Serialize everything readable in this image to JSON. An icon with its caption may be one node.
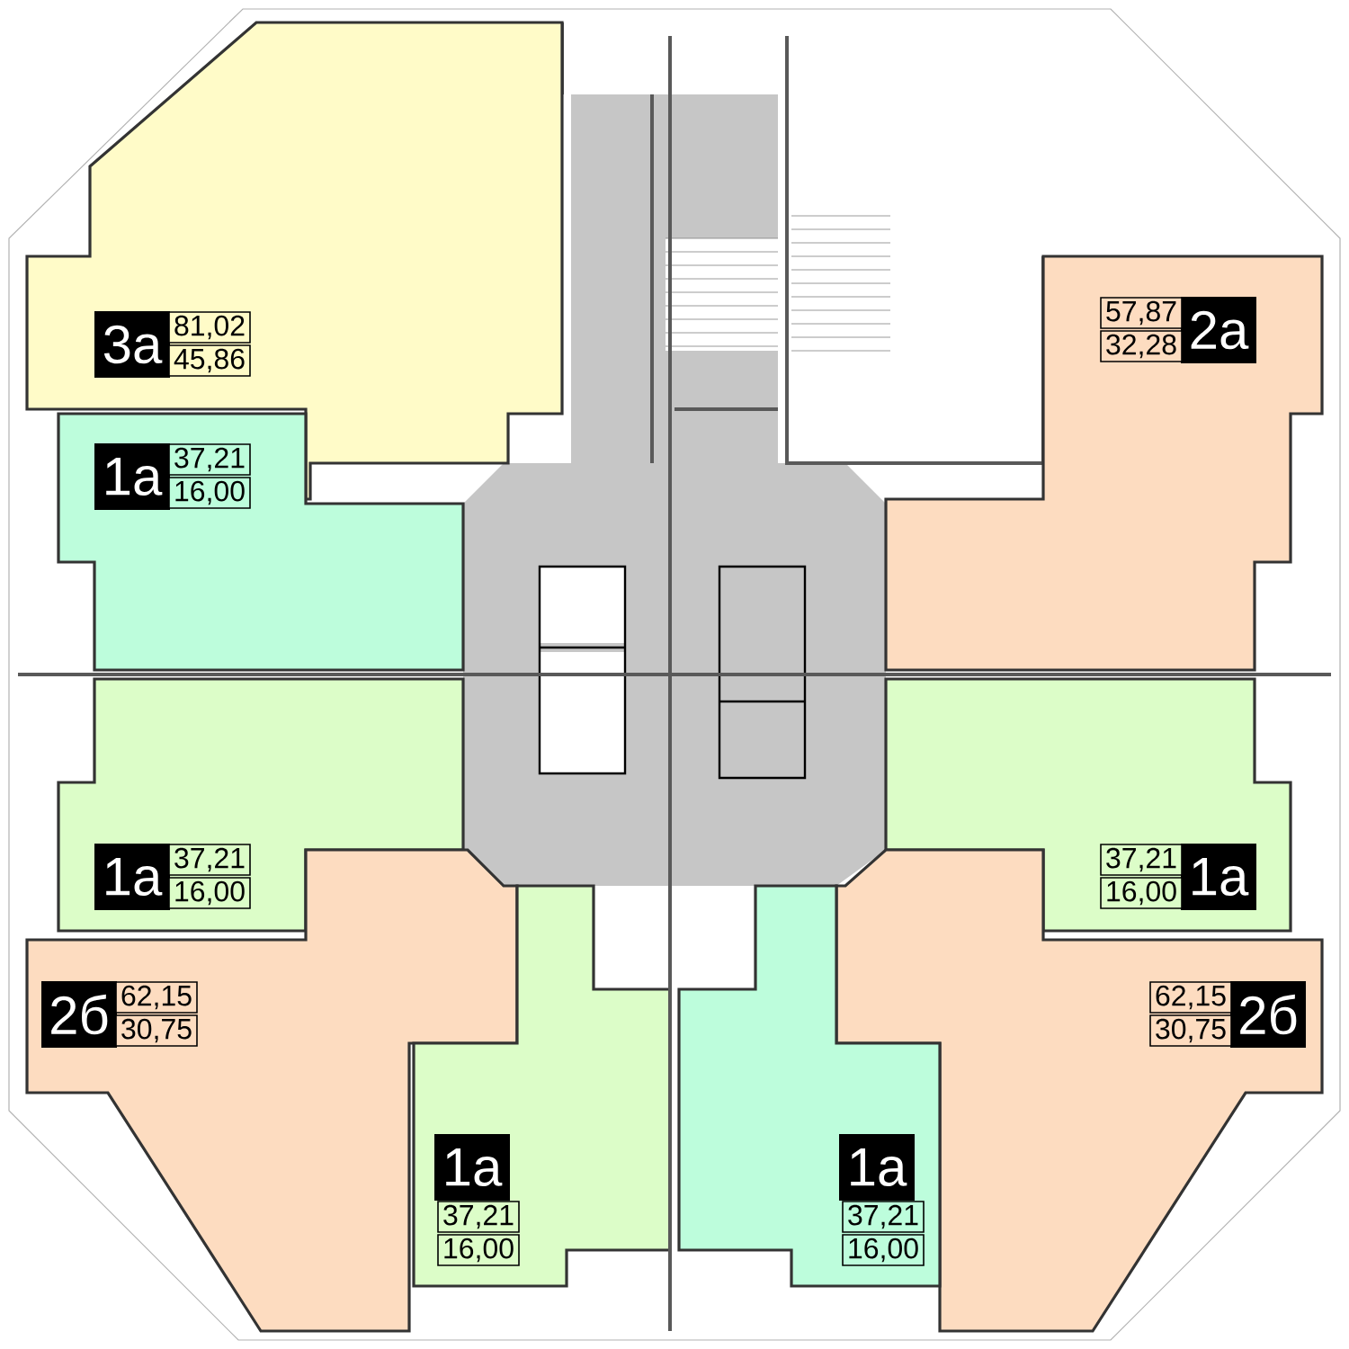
{
  "diagram": {
    "nodes": [
      {
        "text": [
          "3а",
          "81,02",
          "45,86"
        ]
      },
      {
        "text": [
          "57,87",
          "32,28",
          "2а"
        ]
      },
      {
        "text": [
          "1а",
          "37,21",
          "16,00"
        ]
      },
      {
        "text": [
          "1а",
          "37,21",
          "16,00"
        ]
      },
      {
        "text": [
          "37,21",
          "16,00",
          "1а"
        ]
      },
      {
        "text": [
          "2б",
          "62,15",
          "30,75"
        ]
      },
      {
        "text": [
          "62,15",
          "30,75",
          "2б"
        ]
      },
      {
        "text": [
          "1а",
          "37,21",
          "16,00"
        ]
      },
      {
        "text": [
          "1а",
          "37,21",
          "16,00"
        ]
      }
    ]
  }
}
